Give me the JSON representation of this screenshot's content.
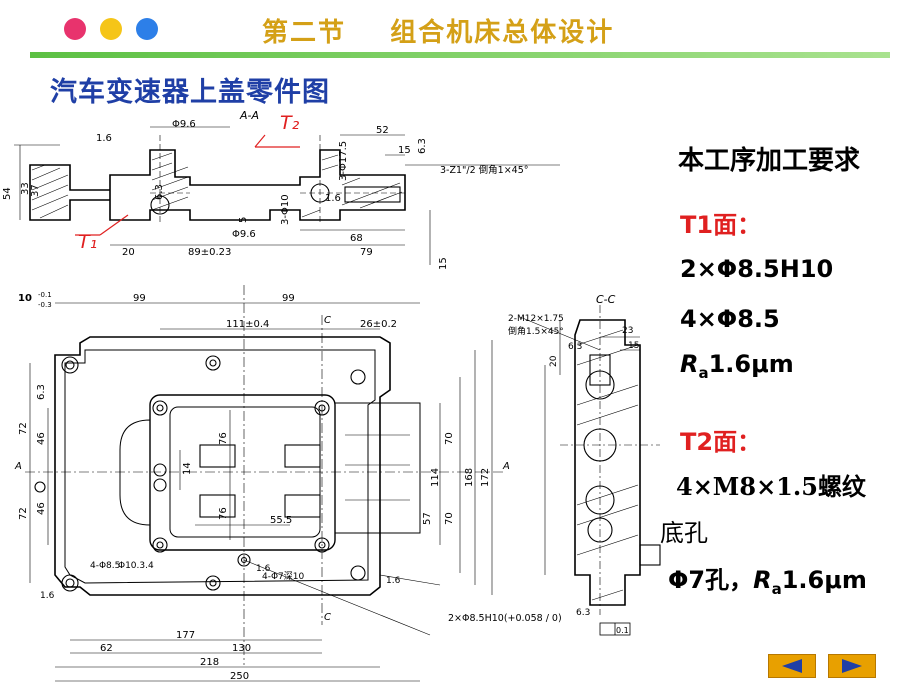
{
  "header": {
    "title": "第二节    组合机床总体设计",
    "dots": [
      "#e8336d",
      "#f5c518",
      "#2d7fe8"
    ]
  },
  "subtitle": "汽车变速器上盖零件图",
  "requirements": {
    "heading": "本工序加工要求",
    "t1_label": "T1面：",
    "t1_item1": "2×Φ8.5H10",
    "t1_item2": "4×Φ8.5",
    "t1_ra_prefix": "R",
    "t1_ra_sub": "a",
    "t1_ra_value": "1.6μm",
    "t2_label": "T2面：",
    "t2_item1": "4×M8×1.5螺纹",
    "t2_item1b": "底孔",
    "t2_item2_prefix": "Φ7孔，",
    "t2_item2_r": "R",
    "t2_item2_sub": "a",
    "t2_item2_value": "1.6μm"
  },
  "drawing": {
    "section_aa_title": "A-A",
    "section_cc_title": "C-C",
    "t2_label": "T₂",
    "t1_label": "T₁",
    "dims_top": [
      "1.6",
      "Φ9.6",
      "52",
      "15",
      "6.3",
      "3-Z1\"/2 倒角1×45°",
      "54",
      "33",
      "37",
      "20",
      "89±0.23",
      "68",
      "79",
      "Φ9.6",
      "15",
      "3-Φ17.5",
      "3-Φ10",
      "5",
      "6.3",
      "1.6"
    ],
    "dims_plan": [
      "10",
      "-0.1",
      "-0.3",
      "99",
      "99",
      "111±0.4",
      "26±0.2",
      "C",
      "C",
      "A",
      "A",
      "72",
      "46",
      "46",
      "72",
      "6.3",
      "76",
      "76",
      "14",
      "55.5",
      "70",
      "114",
      "168",
      "172",
      "70",
      "57",
      "4-Φ8.5",
      "Φ10.3.4",
      "4-Φ7深10",
      "1.6",
      "1.6",
      "1.6",
      "2×Φ8.5H10(+0.058 / 0)",
      "177",
      "130",
      "62",
      "218",
      "250"
    ],
    "dims_side": [
      "2-M12×1.75",
      "倒角1.5×45°",
      "6.3",
      "23",
      "15",
      "20",
      "6.3",
      "0.1"
    ]
  },
  "nav": {
    "prev_icon": "triangle-left-icon",
    "next_icon": "triangle-right-icon",
    "button_color": "#e8a000",
    "arrow_color": "#1f3fa6"
  }
}
